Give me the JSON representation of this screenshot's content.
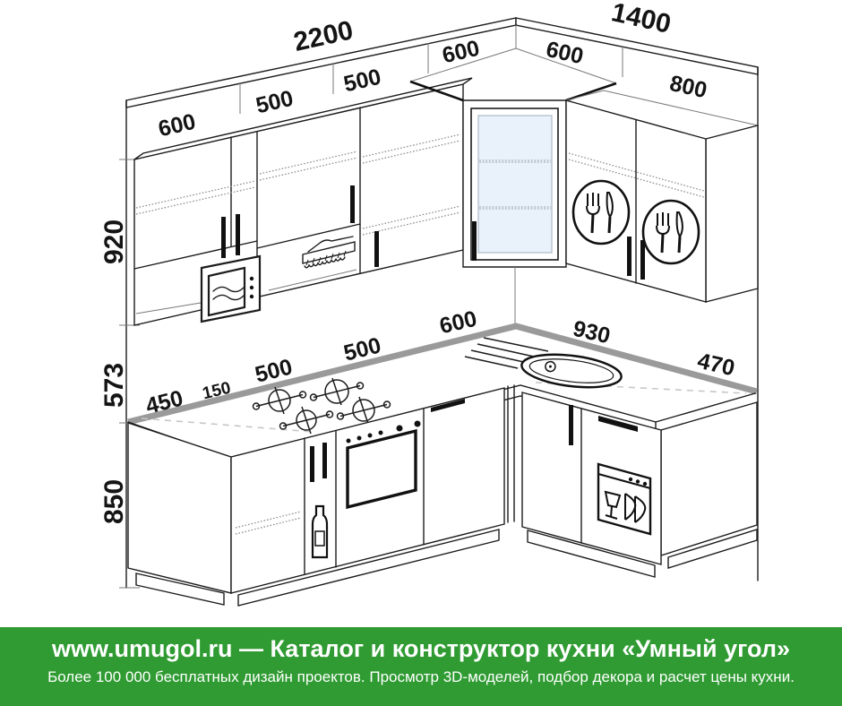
{
  "drawing": {
    "dims": {
      "wall_left_total": "2200",
      "wall_right_total": "1400",
      "upper_left": [
        "600",
        "500",
        "500",
        "600"
      ],
      "upper_right": [
        "600",
        "800"
      ],
      "height_upper": "920",
      "height_gap": "573",
      "height_base": "850",
      "base_left": [
        "450",
        "150",
        "500",
        "500",
        "600"
      ],
      "base_right": [
        "930",
        "470"
      ]
    },
    "icons": [
      "microwave-icon",
      "extractor-hood-icon",
      "glass-door-icon",
      "fork-knife-dryer-icon",
      "cooktop-burners-icon",
      "oven-icon",
      "bottle-cargo-icon",
      "sink-icon",
      "dishwasher-icon"
    ],
    "colors": {
      "counter_edge_gray": "#9a9a9a",
      "glass_fill": "#e9f1fa",
      "line": "#1c1c1c"
    }
  },
  "banner": {
    "bg_color": "#2f9b32",
    "text_color": "#ffffff",
    "title": "www.umugol.ru — Каталог и конструктор кухни «Умный угол»",
    "subtitle": "Более 100 000 бесплатных дизайн проектов. Просмотр 3D-моделей, подбор декора и расчет цены кухни."
  }
}
